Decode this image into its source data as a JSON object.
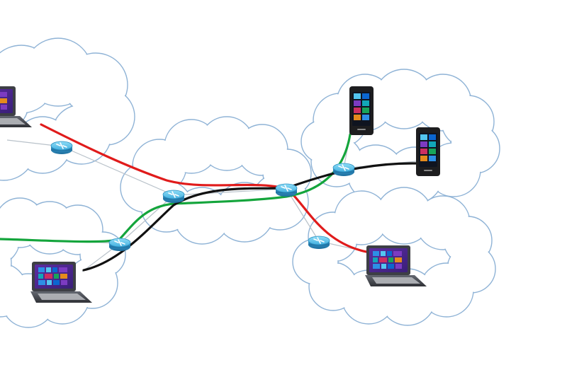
{
  "diagram": {
    "kind": "network-topology",
    "background": "#ffffff",
    "colors": {
      "cloud_stroke": "#8fb3d6",
      "cloud_fill": "#ffffff",
      "link_gray": "#b9c2ca",
      "route_red": "#e01b1b",
      "route_green": "#14a53c",
      "route_black": "#111111",
      "router_top": "#66c9ee",
      "router_side": "#2c8dbe",
      "router_mark": "#ffffff",
      "laptop_body": "#3d3f45",
      "laptop_keyboard": "#b6b8bc",
      "screen_bg": "#4f2b8f",
      "phone_body": "#1d1d1f",
      "tile_colors": [
        "#2d8fe6",
        "#53c6f0",
        "#0b66d0",
        "#7c3bc2",
        "#12a7b8",
        "#cc2f61",
        "#18a45b",
        "#e58b1d"
      ]
    },
    "icons": {
      "device_laptop": "laptop-icon",
      "device_phone": "smartphone-icon",
      "network_router": "router-icon",
      "network_cloud": "cloud-icon"
    },
    "clouds": [
      {
        "name": "network-cloud-top-left"
      },
      {
        "name": "network-cloud-center"
      },
      {
        "name": "network-cloud-top-right"
      },
      {
        "name": "network-cloud-bottom-left"
      },
      {
        "name": "network-cloud-bottom-right"
      }
    ],
    "routers": [
      {
        "name": "router-top-left"
      },
      {
        "name": "router-center"
      },
      {
        "name": "router-right-center"
      },
      {
        "name": "router-bottom-left"
      },
      {
        "name": "router-top-right"
      },
      {
        "name": "router-bottom-right"
      }
    ],
    "devices": [
      {
        "name": "laptop-top-left",
        "type": "laptop"
      },
      {
        "name": "laptop-bottom-left",
        "type": "laptop"
      },
      {
        "name": "laptop-bottom-right",
        "type": "laptop"
      },
      {
        "name": "phone-top-right",
        "type": "phone"
      },
      {
        "name": "phone-right",
        "type": "phone"
      }
    ],
    "routes": [
      {
        "name": "route-red",
        "color": "#e01b1b"
      },
      {
        "name": "route-green",
        "color": "#14a53c"
      },
      {
        "name": "route-black",
        "color": "#111111"
      }
    ]
  }
}
